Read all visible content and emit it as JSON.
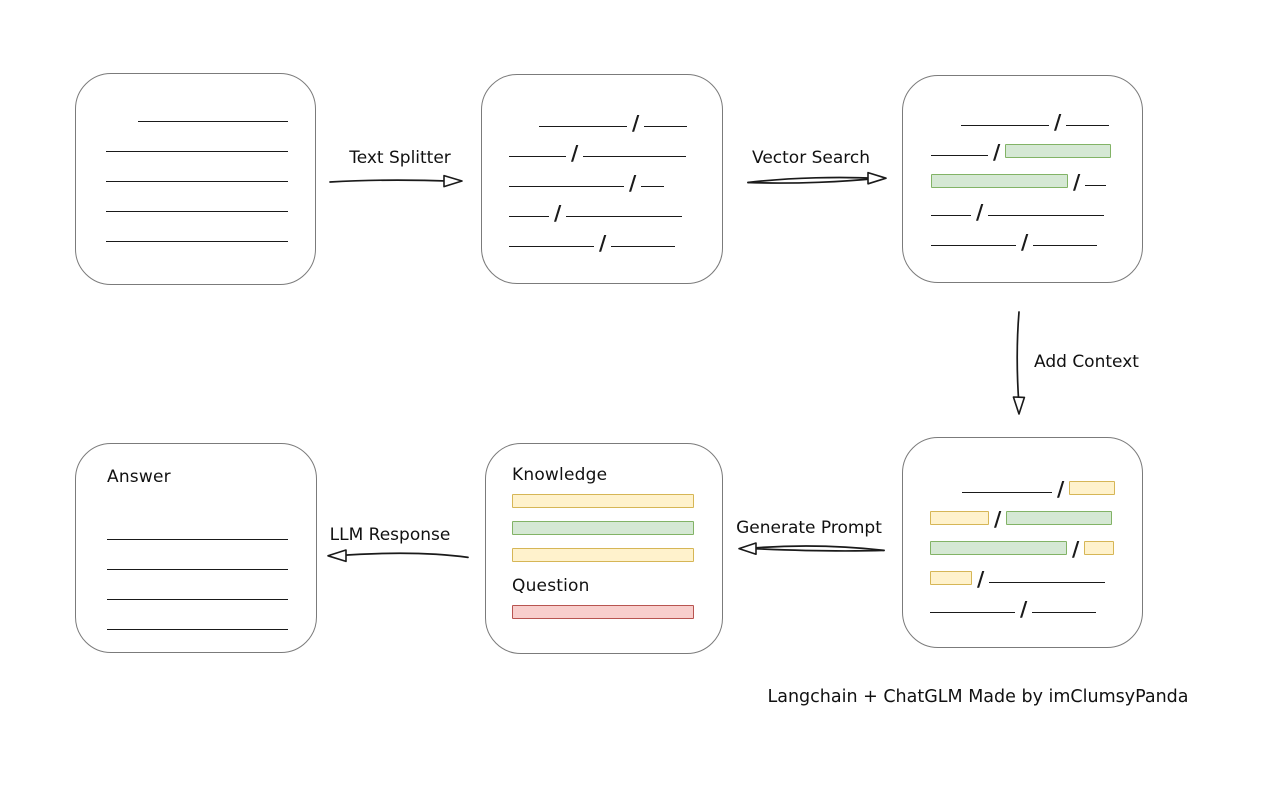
{
  "caption": "Langchain + ChatGLM Made by imClumsyPanda",
  "arrow_labels": {
    "text_splitter": "Text Splitter",
    "vector_search": "Vector Search",
    "add_context": "Add Context",
    "generate_prompt": "Generate Prompt",
    "llm_response": "LLM Response"
  },
  "colors": {
    "green": {
      "fill": "#d5e8d4",
      "stroke": "#82b366"
    },
    "yellow": {
      "fill": "#fff2cc",
      "stroke": "#d6b656"
    },
    "red": {
      "fill": "#f8cecc",
      "stroke": "#b85450"
    },
    "box_border": "#7b7b7b",
    "ink": "#1a1a1a"
  },
  "document_box": {
    "lines": [
      {
        "indent": 32,
        "w": 150
      },
      {
        "w": 182
      },
      {
        "w": 182
      },
      {
        "w": 182
      },
      {
        "w": 182
      }
    ]
  },
  "split_box": {
    "rows": [
      {
        "indent": 30,
        "segments": [
          {
            "t": "line",
            "w": 88
          },
          {
            "t": "slash"
          },
          {
            "t": "line",
            "w": 43
          }
        ]
      },
      {
        "segments": [
          {
            "t": "line",
            "w": 57
          },
          {
            "t": "slash"
          },
          {
            "t": "line",
            "w": 103
          }
        ]
      },
      {
        "segments": [
          {
            "t": "line",
            "w": 115
          },
          {
            "t": "slash"
          },
          {
            "t": "line",
            "w": 23
          }
        ]
      },
      {
        "segments": [
          {
            "t": "line",
            "w": 40
          },
          {
            "t": "slash"
          },
          {
            "t": "line",
            "w": 116
          }
        ]
      },
      {
        "segments": [
          {
            "t": "line",
            "w": 85
          },
          {
            "t": "slash"
          },
          {
            "t": "line",
            "w": 64
          }
        ]
      }
    ]
  },
  "search_box": {
    "rows": [
      {
        "indent": 30,
        "segments": [
          {
            "t": "line",
            "w": 88
          },
          {
            "t": "slash"
          },
          {
            "t": "line",
            "w": 43
          }
        ]
      },
      {
        "segments": [
          {
            "t": "line",
            "w": 57
          },
          {
            "t": "slash"
          },
          {
            "t": "bar",
            "color": "green",
            "w": 104
          }
        ]
      },
      {
        "segments": [
          {
            "t": "bar",
            "color": "green",
            "w": 135
          },
          {
            "t": "slash"
          },
          {
            "t": "line",
            "w": 21
          }
        ]
      },
      {
        "segments": [
          {
            "t": "line",
            "w": 40
          },
          {
            "t": "slash"
          },
          {
            "t": "line",
            "w": 116
          }
        ]
      },
      {
        "segments": [
          {
            "t": "line",
            "w": 85
          },
          {
            "t": "slash"
          },
          {
            "t": "line",
            "w": 64
          }
        ]
      }
    ]
  },
  "context_box": {
    "rows": [
      {
        "indent": 32,
        "segments": [
          {
            "t": "line",
            "w": 90
          },
          {
            "t": "slash"
          },
          {
            "t": "bar",
            "color": "yellow",
            "w": 44
          }
        ]
      },
      {
        "segments": [
          {
            "t": "bar",
            "color": "yellow",
            "w": 57
          },
          {
            "t": "slash"
          },
          {
            "t": "bar",
            "color": "green",
            "w": 104
          }
        ]
      },
      {
        "segments": [
          {
            "t": "bar",
            "color": "green",
            "w": 135
          },
          {
            "t": "slash"
          },
          {
            "t": "bar",
            "color": "yellow",
            "w": 28
          }
        ]
      },
      {
        "segments": [
          {
            "t": "bar",
            "color": "yellow",
            "w": 40
          },
          {
            "t": "slash"
          },
          {
            "t": "line",
            "w": 116
          }
        ]
      },
      {
        "segments": [
          {
            "t": "line",
            "w": 85
          },
          {
            "t": "slash"
          },
          {
            "t": "line",
            "w": 64
          }
        ]
      }
    ]
  },
  "prompt_box": {
    "knowledge_label": "Knowledge",
    "question_label": "Question",
    "knowledge_bars": [
      {
        "color": "yellow",
        "w": 180
      },
      {
        "color": "green",
        "w": 180
      },
      {
        "color": "yellow",
        "w": 180
      }
    ],
    "question_bars": [
      {
        "color": "red",
        "w": 180
      }
    ]
  },
  "answer_box": {
    "label": "Answer",
    "lines": [
      {
        "w": 181
      },
      {
        "w": 181
      },
      {
        "w": 181
      },
      {
        "w": 181
      }
    ]
  }
}
